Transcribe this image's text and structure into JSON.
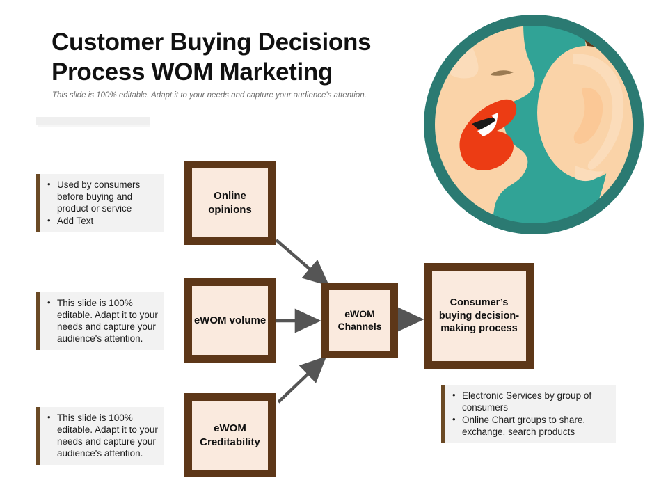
{
  "slide": {
    "title": "Customer Buying Decisions Process WOM Marketing",
    "subtitle": "This slide is 100% editable. Adapt it to your needs and capture your audience's attention."
  },
  "notes": [
    {
      "id": "note-1",
      "bullets": [
        "Used by consumers before buying and product or service",
        "Add Text"
      ]
    },
    {
      "id": "note-2",
      "bullets": [
        "This slide is 100% editable. Adapt it to your needs and capture your audience's attention."
      ]
    },
    {
      "id": "note-3",
      "bullets": [
        "This slide is 100% editable. Adapt it to your needs and capture your audience's attention."
      ]
    },
    {
      "id": "note-4",
      "bullets": [
        "Electronic Services by group of consumers",
        "Online Chart groups to share, exchange, search products"
      ]
    }
  ],
  "bullet_glyph": "•",
  "flow": {
    "boxes": [
      {
        "id": "box-online",
        "label": "Online opinions"
      },
      {
        "id": "box-volume",
        "label": "eWOM volume"
      },
      {
        "id": "box-cred",
        "label": "eWOM Creditability"
      },
      {
        "id": "box-channels",
        "label": "eWOM Channels"
      },
      {
        "id": "box-outcome",
        "label": "Consumer’s buying decision-making process"
      }
    ],
    "connections": [
      {
        "from": "box-online",
        "to": "box-channels"
      },
      {
        "from": "box-volume",
        "to": "box-channels"
      },
      {
        "from": "box-cred",
        "to": "box-channels"
      },
      {
        "from": "box-channels",
        "to": "box-outcome"
      }
    ]
  },
  "illustration": {
    "name": "word-of-mouth-whisper-ear",
    "description": "Circular badge showing a profile face whispering into an ear"
  },
  "colors": {
    "box_border": "#5d3718",
    "box_fill": "#faeade",
    "accent_bar": "#6b4a25",
    "note_panel": "#f2f2f2",
    "arrow": "#555555",
    "teal_ring": "#2b7a72",
    "teal_fill": "#31a396",
    "skin": "#fad3a8",
    "skin_light": "#fbdcba",
    "lips": "#ec3c14",
    "hair": "#5d3718",
    "title_text": "#111111",
    "subtitle_text": "#6e6e6e"
  }
}
